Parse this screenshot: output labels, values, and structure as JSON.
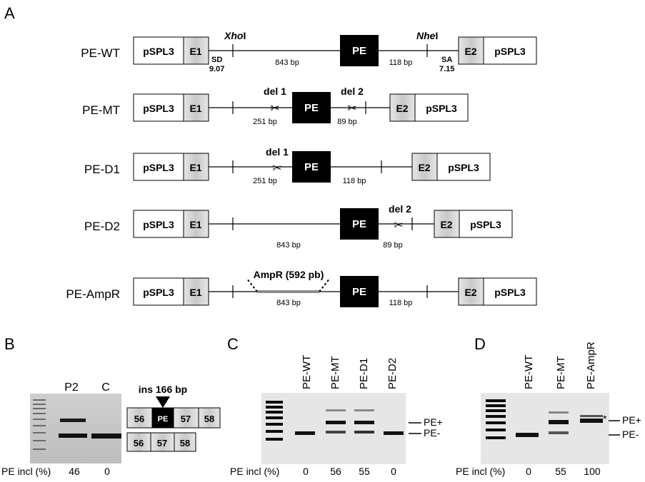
{
  "panels": {
    "A": "A",
    "B": "B",
    "C": "C",
    "D": "D"
  },
  "constructs": [
    {
      "name": "PE-WT"
    },
    {
      "name": "PE-MT"
    },
    {
      "name": "PE-D1"
    },
    {
      "name": "PE-D2"
    },
    {
      "name": "PE-AmpR"
    }
  ],
  "box_labels": {
    "pspl3": "pSPL3",
    "e1": "E1",
    "e2": "E2",
    "pe": "PE"
  },
  "wt": {
    "xhoi_it": "Xho",
    "xhoi_rest": "I",
    "nhei_it": "Nhe",
    "nhei_rest": "I",
    "sd": "SD",
    "sd_score": "9.07",
    "sa": "SA",
    "sa_score": "7.15",
    "left_bp": "843 bp",
    "right_bp": "118 bp"
  },
  "mt": {
    "del1": "del 1",
    "del2": "del 2",
    "left_bp": "251 bp",
    "right_bp": "89 bp"
  },
  "d1": {
    "del1": "del 1",
    "left_bp": "251 bp",
    "right_bp": "118 bp"
  },
  "d2": {
    "del2": "del 2",
    "left_bp": "843 bp",
    "right_bp": "89 bp"
  },
  "ampr": {
    "insert": "AmpR (592 pb)",
    "left_bp": "843 bp",
    "right_bp": "118 bp"
  },
  "panelB": {
    "lanes": [
      "P2",
      "C"
    ],
    "ins_label": "ins 166 bp",
    "upper_exons": [
      "56",
      "PE",
      "57",
      "58"
    ],
    "lower_exons": [
      "56",
      "57",
      "58"
    ],
    "pe_incl_label": "PE incl (%)",
    "pe_incl_values": [
      "46",
      "0"
    ]
  },
  "panelC": {
    "lanes": [
      "PE-WT",
      "PE-MT",
      "PE-D1",
      "PE-D2"
    ],
    "band_labels": [
      "PE+",
      "PE-"
    ],
    "pe_incl_label": "PE incl (%)",
    "pe_incl_values": [
      "0",
      "56",
      "55",
      "0"
    ]
  },
  "panelD": {
    "lanes": [
      "PE-WT",
      "PE-MT",
      "PE-AmpR"
    ],
    "band_labels": [
      "PE+",
      "PE-"
    ],
    "asterisk": "*",
    "pe_incl_label": "PE incl (%)",
    "pe_incl_values": [
      "0",
      "55",
      "100"
    ]
  }
}
